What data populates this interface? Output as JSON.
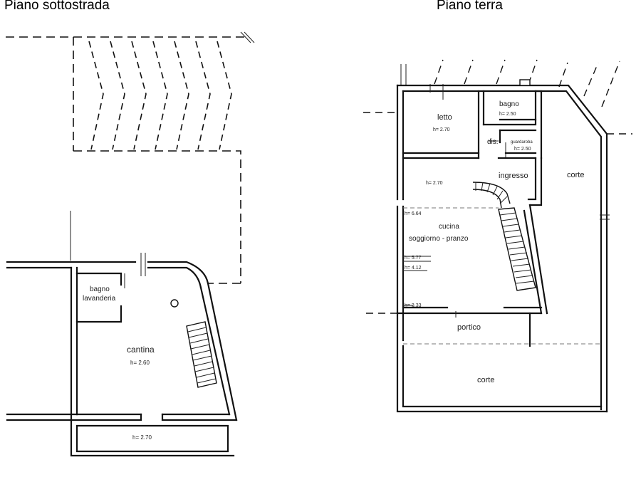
{
  "titles": {
    "left": "Piano sottostrada",
    "right": "Piano terra"
  },
  "basement": {
    "bathroom_line1": "bagno",
    "bathroom_line2": "lavanderia",
    "cellar": "cantina",
    "cellar_height": "h= 2.60",
    "strip_height": "h= 2.70"
  },
  "ground": {
    "bedroom": "letto",
    "bedroom_height": "h= 2.70",
    "bathroom": "bagno",
    "bathroom_height": "h= 2.50",
    "wardrobe": "guardaroba",
    "wardrobe_height": "h= 2.50",
    "hallway": "dis.",
    "entrance": "ingresso",
    "living_height": "h= 2.70",
    "kitchen": "cucina",
    "living": "soggiorno - pranzo",
    "h_664": "h= 6.64",
    "h_577": "h= 5.77",
    "h_412": "h= 4.12",
    "h_333": "h= 3.33",
    "portico": "portico",
    "yard_right": "corte",
    "yard_bottom": "corte"
  }
}
